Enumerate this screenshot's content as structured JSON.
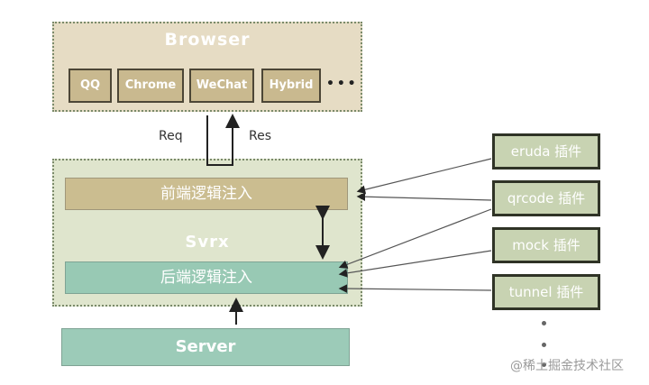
{
  "browser": {
    "title": "Browser",
    "clients": [
      "QQ",
      "Chrome",
      "WeChat",
      "Hybrid"
    ],
    "more": "• • •"
  },
  "connection": {
    "request_label": "Req",
    "response_label": "Res"
  },
  "svrx": {
    "title": "Svrx",
    "frontend_injection": "前端逻辑注入",
    "backend_injection": "后端逻辑注入"
  },
  "server": {
    "label": "Server"
  },
  "plugins": [
    {
      "label": "eruda 插件"
    },
    {
      "label": "qrcode 插件"
    },
    {
      "label": "mock 插件"
    },
    {
      "label": "tunnel 插件"
    }
  ],
  "watermark": "@稀土掘金技术社区",
  "colors": {
    "browser_bg": "#e6dcc4",
    "svrx_bg": "#dfe5cd",
    "frontend_bar": "#cbbd90",
    "backend_bar": "#98c9b4",
    "server_bar": "#9ccbb8",
    "plugin_bg": "#c8d3b2"
  }
}
